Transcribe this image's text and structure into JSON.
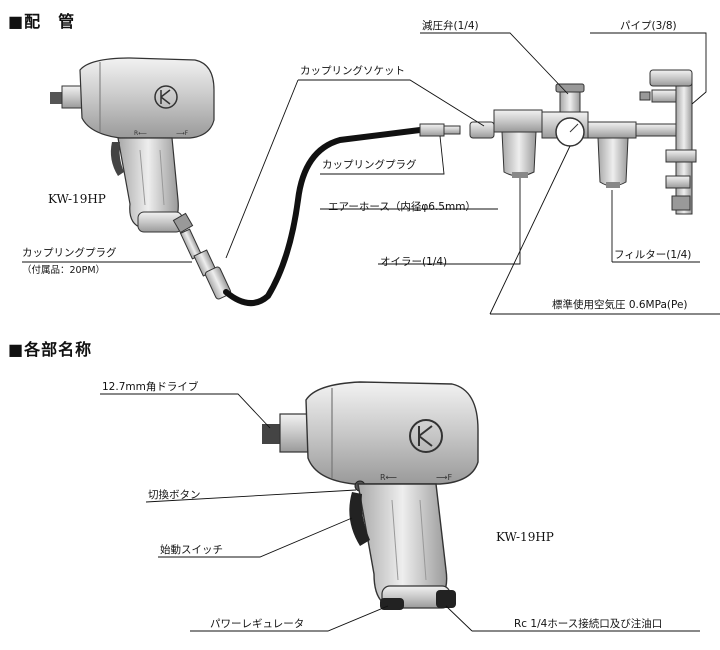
{
  "section1": {
    "title": "■配　管",
    "model": "KW-19HP",
    "labels": {
      "coupling_socket": "カップリングソケット",
      "pressure_valve": "減圧弁(1/4)",
      "pipe": "パイプ(3/8)",
      "coupling_plug_upper": "カップリングプラグ",
      "air_hose": "エアーホース（内径φ6.5mm）",
      "coupling_plug_lower": "カップリングプラグ",
      "accessory": "（付属品：20PM）",
      "oiler": "オイラー(1/4)",
      "filter": "フィルター(1/4)",
      "pressure": "標準使用空気圧 0.6MPa(Pe)"
    }
  },
  "section2": {
    "title": "■各部名称",
    "model": "KW-19HP",
    "labels": {
      "square_drive": "12.7mm角ドライブ",
      "switch_button": "切換ボタン",
      "start_switch": "始動スイッチ",
      "power_regulator": "パワーレギュレータ",
      "hose_port": "Rc 1/4ホース接続口及び注油口"
    }
  },
  "colors": {
    "ink": "#111111",
    "metal": "#cfcfcf",
    "metal_dark": "#8a8a8a",
    "hose": "#111111"
  }
}
